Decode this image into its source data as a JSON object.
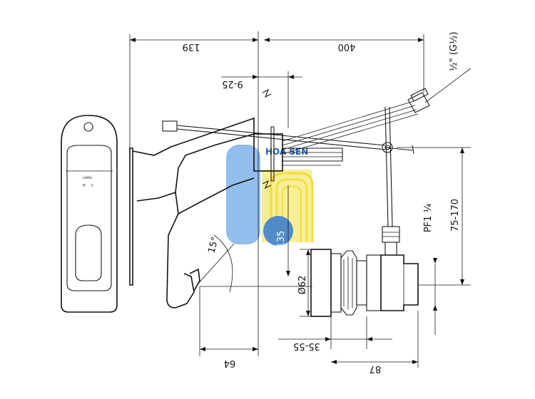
{
  "drawing": {
    "dimensions": {
      "d139": "139",
      "d400": "400",
      "d9_25": "9-25",
      "d135": "135",
      "d62": "Ø62",
      "d35_55": "35-55",
      "d87": "87",
      "d64": "64",
      "d75_170": "75-170",
      "pf1": "PF1 ¼",
      "half_inch": "½\" (G½)",
      "angle15": "15°"
    },
    "handle_labels": {
      "brand": "cotto",
      "h": "H",
      "c": "C"
    },
    "watermark": {
      "text": "HOA SEN",
      "color_blue": "#7fb3e8",
      "color_yellow": "#f7ec8a",
      "color_circle": "#3f7fd0"
    }
  }
}
